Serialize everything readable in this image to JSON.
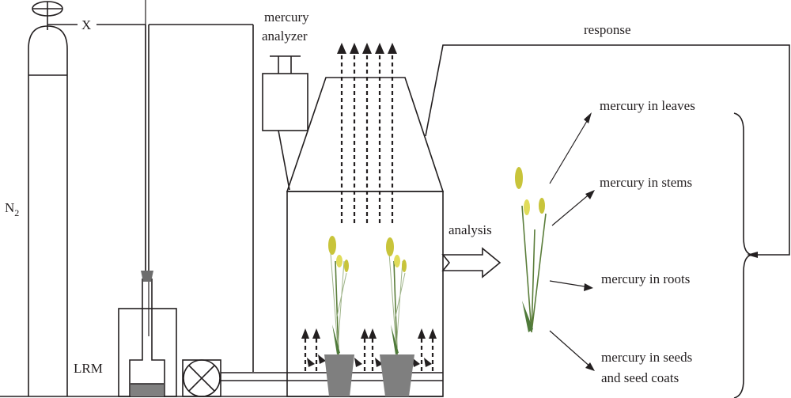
{
  "diagram": {
    "labels": {
      "valve": "X",
      "gas": "N",
      "gas_subscript": "2",
      "analyzer_line1": "mercury",
      "analyzer_line2": "analyzer",
      "response": "response",
      "analysis": "analysis",
      "lrm": "LRM"
    },
    "outputs": [
      {
        "label": "mercury in leaves"
      },
      {
        "label": "mercury in stems"
      },
      {
        "label": "mercury in roots"
      },
      {
        "label_line1": "mercury in seeds",
        "label_line2": "and seed coats"
      }
    ],
    "colors": {
      "line": "#231f20",
      "pot": "#7f7f7f",
      "liquid": "#808080",
      "flower": "#c8c43a",
      "stem": "#5a7d3a"
    }
  }
}
